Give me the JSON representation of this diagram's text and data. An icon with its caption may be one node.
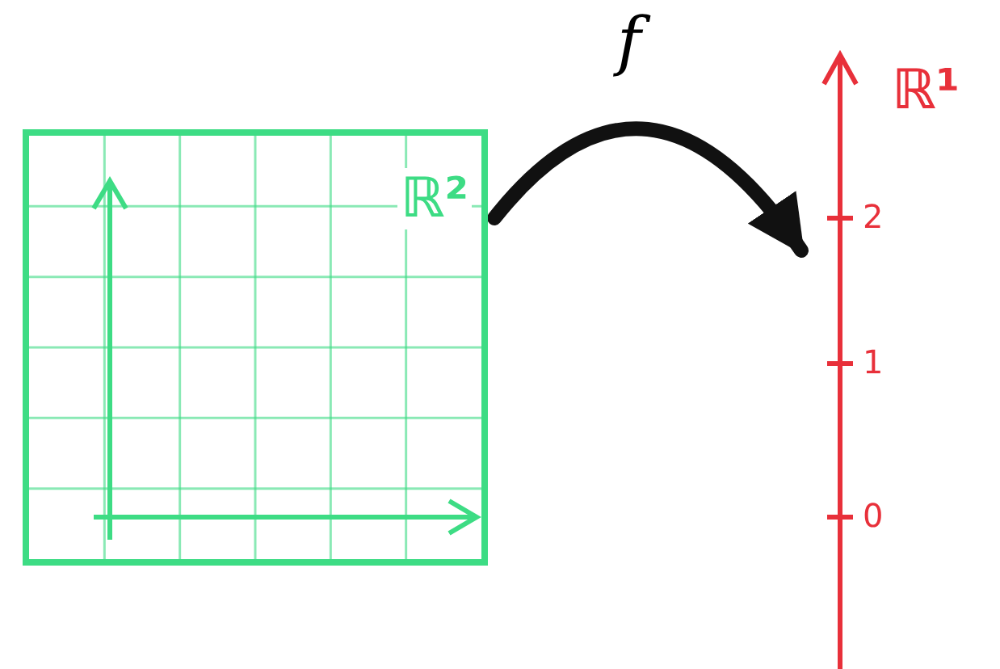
{
  "diagram": {
    "nodes": [
      {
        "text": [
          "ℝ²"
        ]
      },
      {
        "text": [
          "ℝ¹"
        ]
      }
    ],
    "edges": [
      {
        "from": 0,
        "to": 1,
        "arrow": "to",
        "label": "f"
      }
    ],
    "labels": [
      "2",
      "1",
      "0"
    ]
  }
}
